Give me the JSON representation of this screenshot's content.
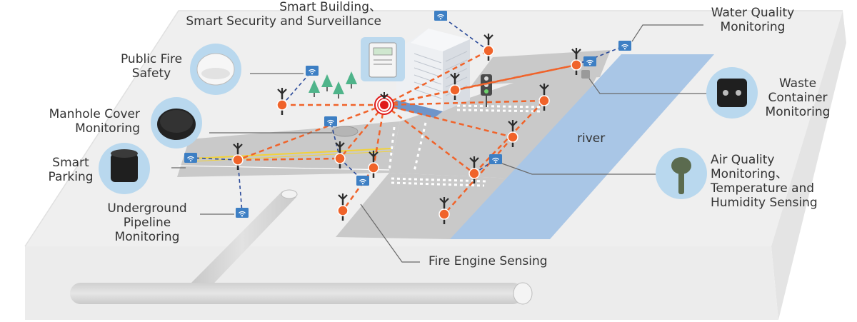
{
  "labels": {
    "smart_building": [
      "Smart Building、",
      "Smart Security and Surveillance"
    ],
    "public_fire": [
      "Public Fire",
      "Safety"
    ],
    "manhole": [
      "Manhole Cover",
      "Monitoring"
    ],
    "parking": [
      "Smart",
      "Parking"
    ],
    "pipeline": [
      "Underground",
      "Pipeline",
      "Monitoring"
    ],
    "water_quality": [
      "Water Quality",
      "Monitoring"
    ],
    "waste": [
      "Waste",
      "Container",
      "Monitoring"
    ],
    "air_quality": [
      "Air Quality",
      "Monitoring、",
      "Temperature and",
      "Humidity Sensing"
    ],
    "fire_engine": "Fire Engine Sensing",
    "river": "river"
  },
  "colors": {
    "slab_top": "#ededed",
    "slab_side": "#e2e2e2",
    "road": "#c8c8c8",
    "river": "#a9c6e6",
    "node": "#f0632a",
    "mesh_line": "#f0632a",
    "sensor_link": "#2a4a9a",
    "leader": "#666666",
    "wifi_badge": "#3d7fc4",
    "callout_circle": "#b9d8ee",
    "alarm": "#e01b1b"
  },
  "icons": [
    "wifi-icon",
    "street-lamp-icon",
    "smoke-detector-icon",
    "manhole-cover-icon",
    "parking-sensor-icon",
    "waste-sensor-icon",
    "air-sensor-icon",
    "meter-icon",
    "traffic-light-icon",
    "tree-icon",
    "building-icon",
    "pipe-icon",
    "alarm-icon"
  ]
}
